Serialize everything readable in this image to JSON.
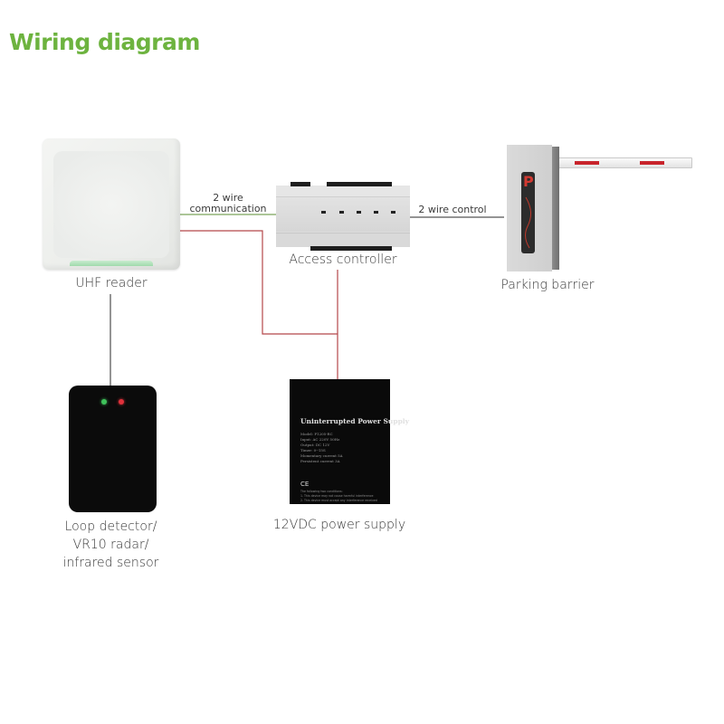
{
  "title": "Wiring diagram",
  "colors": {
    "title": "#6db33f",
    "communication_wire": "#7aa35a",
    "power_wire": "#b5474a",
    "control_wire": "#2a2a2a"
  },
  "devices": {
    "uhf_reader": {
      "label": "UHF reader",
      "icon": "uhf-reader-icon"
    },
    "access_controller": {
      "label": "Access controller",
      "icon": "access-controller-icon"
    },
    "parking_barrier": {
      "label": "Parking barrier",
      "icon": "parking-barrier-icon",
      "panel_letter": "P"
    },
    "loop_detector": {
      "label_lines": [
        "Loop detector/",
        "VR10 radar/",
        "infrared sensor"
      ],
      "icon": "loop-detector-icon"
    },
    "power_supply": {
      "label": "12VDC power supply",
      "icon": "power-supply-icon",
      "panel_title": "Uninterrupted Power Supply",
      "panel_specs": [
        "Model:     P1205-RC",
        "Input:     AC 220V   50Hz",
        "Output:    DC 12V",
        "Timer:     0--15S",
        "Momentary  current 5A",
        "Persistent current 3A"
      ],
      "panel_mark": "CE",
      "panel_notes": [
        "The following two conditions:",
        "1. This device may not cause harmful interference",
        "2. This device must accept any interference received"
      ]
    }
  },
  "connections": {
    "reader_to_controller": {
      "label_lines": [
        "2 wire",
        "communication"
      ]
    },
    "controller_to_barrier": {
      "label": "2 wire control"
    }
  }
}
